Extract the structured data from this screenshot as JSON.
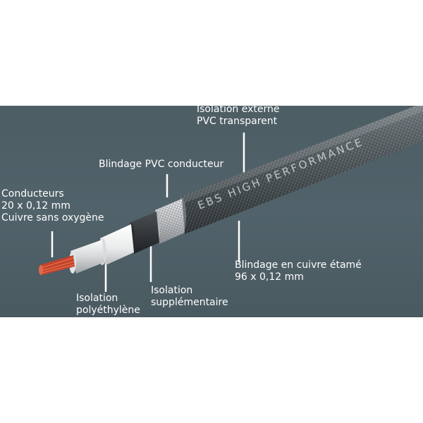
{
  "cable": {
    "print_text": "EBS HIGH PERFORMANCE"
  },
  "labels": {
    "outer_insulation": {
      "line1": "Isolation externe",
      "line2": "PVC transparent"
    },
    "pvc_shield": {
      "line1": "Blindage PVC conducteur"
    },
    "conductors": {
      "line1": "Conducteurs",
      "line2": "20 x 0,12 mm",
      "line3": "Cuivre sans oxygène"
    },
    "tinned_shield": {
      "line1": "Blindage en cuivre étamé",
      "line2": "96 x 0,12 mm"
    },
    "poly_insulation": {
      "line1": "Isolation",
      "line2": "polyéthylène"
    },
    "extra_insulation": {
      "line1": "Isolation",
      "line2": "supplémentaire"
    }
  }
}
